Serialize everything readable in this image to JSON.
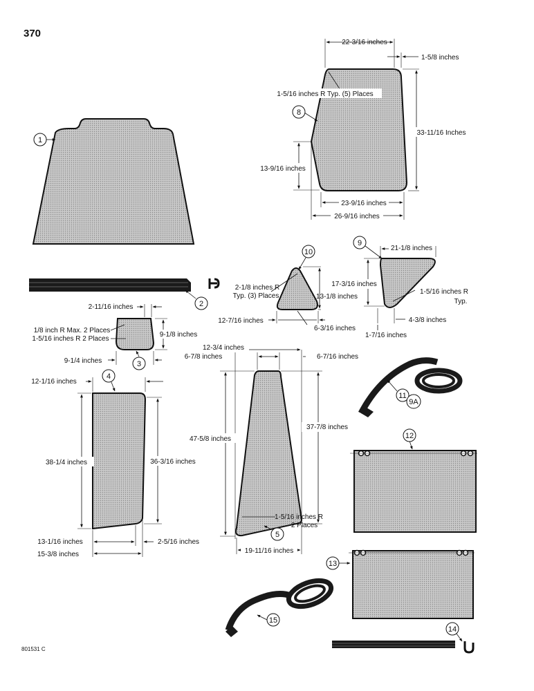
{
  "page_number": "370",
  "figure_code": "801531 C",
  "callouts": {
    "c1": "1",
    "c2": "2",
    "c3": "3",
    "c4": "4",
    "c5": "5",
    "c8": "8",
    "c9": "9",
    "c10": "10",
    "c11": "11",
    "c9a": "9A",
    "c12": "12",
    "c13": "13",
    "c14": "14",
    "c15": "15"
  },
  "dims": {
    "p8_top": "22-3/16 inches",
    "p8_offset": "1-5/8 inches",
    "p8_radius": "1-5/16 inches R Typ. (5) Places",
    "p8_height": "33-11/16 Inches",
    "p8_left": "13-9/16 inches",
    "p8_bottom": "23-9/16 inches",
    "p8_width": "26-9/16 inches",
    "p10_radius_a": "2-1/8 inches R",
    "p10_radius_b": "Typ. (3) Places",
    "p10_height": "13-1/8 inches",
    "p10_width": "12-7/16 inches",
    "p10_offset": "6-3/16 inches",
    "p9_top": "21-1/8 inches",
    "p9_height": "17-3/16 inches",
    "p9_radius_a": "1-5/16 inches R",
    "p9_radius_b": "Typ.",
    "p9_bottom": "4-3/8 inches",
    "p9_offset": "1-7/16 inches",
    "p3_top": "2-11/16 inches",
    "p3_radius1": "1/8 inch R Max. 2 Places",
    "p3_radius2": "1-5/16 inches R 2 Places",
    "p3_height": "9-1/8 inches",
    "p3_width": "9-1/4 inches",
    "p5_top": "12-3/4 inches",
    "p5_top_left": "6-7/8 inches",
    "p5_top_right": "6-7/16 inches",
    "p5_height": "47-5/8 inches",
    "p5_right": "37-7/8 inches",
    "p5_radius_a": "1-5/16 inches R",
    "p5_radius_b": "2 Places",
    "p5_width": "19-11/16 inches",
    "p4_top": "12-1/16 inches",
    "p4_left": "38-1/4 inches",
    "p4_right": "36-3/16 inches",
    "p4_bottom": "13-1/16 inches",
    "p4_offset": "2-5/16 inches",
    "p4_width": "15-3/8 inches"
  }
}
